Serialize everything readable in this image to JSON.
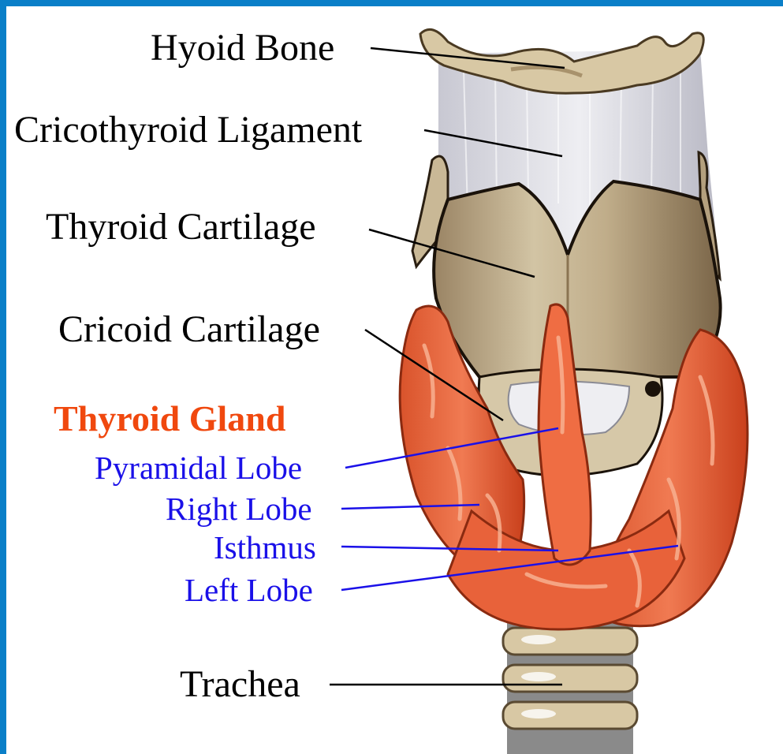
{
  "diagram": {
    "labels": {
      "hyoid_bone": "Hyoid Bone",
      "cricothyroid_ligament": "Cricothyroid Ligament",
      "thyroid_cartilage": "Thyroid Cartilage",
      "cricoid_cartilage": "Cricoid Cartilage",
      "thyroid_gland": "Thyroid Gland",
      "pyramidal_lobe": "Pyramidal Lobe",
      "right_lobe": "Right Lobe",
      "isthmus": "Isthmus",
      "left_lobe": "Left Lobe",
      "trachea": "Trachea"
    },
    "colors": {
      "frame": "#0a7fc8",
      "gland": "#e8623a",
      "gland_dark": "#c9401c",
      "gland_light": "#f59a73",
      "cartilage": "#c8b898",
      "cartilage_dark": "#9a8464",
      "ligament": "#dcdce4",
      "title_text": "#f0480e",
      "sublabel_text": "#1a10e8",
      "label_text": "#000000"
    }
  }
}
